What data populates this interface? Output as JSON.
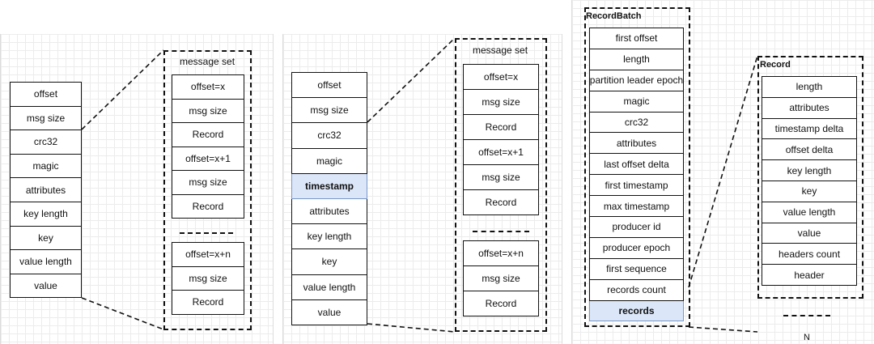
{
  "v1": {
    "message_fields": [
      "offset",
      "msg size",
      "crc32",
      "magic",
      "attributes",
      "key length",
      "key",
      "value length",
      "value"
    ],
    "message_set_title": "message set",
    "set_top": [
      "offset=x",
      "msg size",
      "Record",
      "offset=x+1",
      "msg size",
      "Record"
    ],
    "set_bottom": [
      "offset=x+n",
      "msg size",
      "Record"
    ]
  },
  "v2": {
    "message_fields": [
      "offset",
      "msg size",
      "crc32",
      "magic",
      "timestamp",
      "attributes",
      "key length",
      "key",
      "value length",
      "value"
    ],
    "highlighted_field": "timestamp",
    "message_set_title": "message set",
    "set_top": [
      "offset=x",
      "msg size",
      "Record",
      "offset=x+1",
      "msg size",
      "Record"
    ],
    "set_bottom": [
      "offset=x+n",
      "msg size",
      "Record"
    ]
  },
  "v3": {
    "batch_title": "RecordBatch",
    "batch_fields": [
      "first offset",
      "length",
      "partition leader epoch",
      "magic",
      "crc32",
      "attributes",
      "last offset delta",
      "first timestamp",
      "max timestamp",
      "producer id",
      "producer epoch",
      "first sequence",
      "records count",
      "records"
    ],
    "highlighted_field": "records",
    "record_title": "Record",
    "record_fields": [
      "length",
      "attributes",
      "timestamp delta",
      "offset delta",
      "key length",
      "key",
      "value length",
      "value",
      "headers count",
      "header"
    ],
    "n_label": "N"
  },
  "colors": {
    "highlight": "#dbe6f8",
    "line": "#111111"
  }
}
